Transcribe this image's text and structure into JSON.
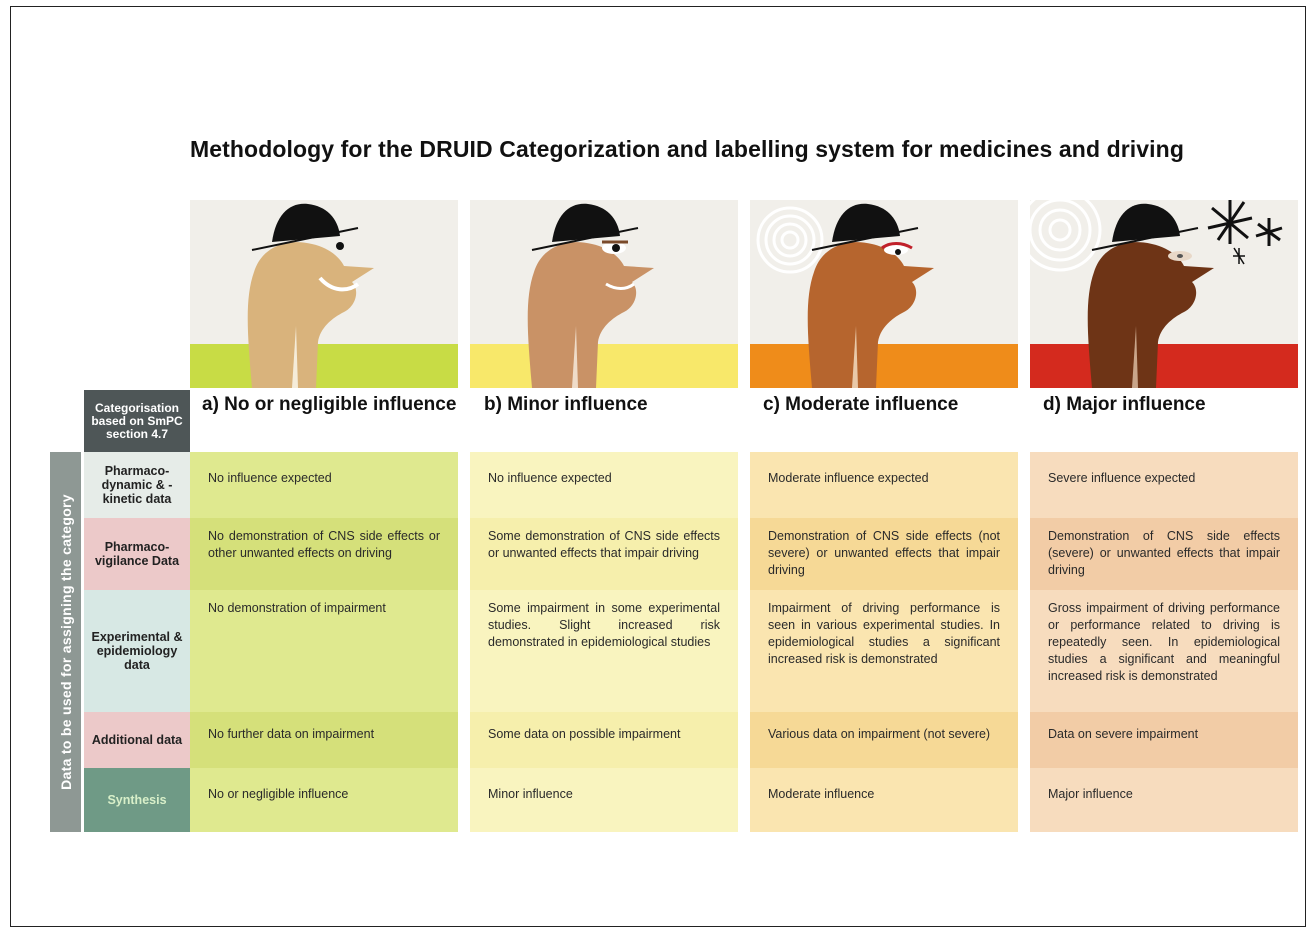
{
  "title": "Methodology for the DRUID Categorization and labelling system for medicines and driving",
  "side_label": "Data to be used for assigning the category",
  "category_header": "Categorisation based on SmPC section 4.7",
  "row_labels": {
    "pk": "Pharmaco-dynamic & -kinetic data",
    "pv": "Pharmaco-vigilance Data",
    "exp": "Experimental & epidemiology data",
    "add": "Additional data",
    "syn": "Synthesis"
  },
  "columns": [
    {
      "heading": "a) No or negligible influence",
      "pk": "No influence expected",
      "pv": "No demonstration of CNS side effects or other unwanted effects on driving",
      "exp": "No demonstration of impairment",
      "add": "No further data on impairment",
      "syn": "No or negligible influence"
    },
    {
      "heading": "b) Minor influence",
      "pk": "No influence expected",
      "pv": "Some demonstration of CNS side effects or unwanted effects that impair driving",
      "exp": "Some impairment in some experimental studies. Slight increased risk demonstrated in epidemiological studies",
      "add": "Some data on possible impairment",
      "syn": "Minor influence"
    },
    {
      "heading": "c) Moderate influence",
      "pk": "Moderate influence expected",
      "pv": "Demonstration of CNS side effects (not severe) or unwanted effects that impair driving",
      "exp": "Impairment of driving performance is seen in various experimental studies. In epidemiological studies a significant increased risk is demonstrated",
      "add": "Various data on impairment (not severe)",
      "syn": "Moderate influence"
    },
    {
      "heading": "d) Major influence",
      "pk": "Severe influence expected",
      "pv": "Demonstration of CNS side effects (severe) or unwanted effects that impair driving",
      "exp": "Gross impairment of driving performance or performance related to driving is repeatedly seen. In epidemiological studies a significant and meaningful increased risk is demonstrated",
      "add": "Data on severe impairment",
      "syn": "Major influence"
    }
  ],
  "colors": {
    "band": [
      "#c8dc45",
      "#f8e86a",
      "#ef8c1a",
      "#d42a1e"
    ],
    "skin": [
      "#d9b37c",
      "#c99266",
      "#b6652e",
      "#6e3416"
    ],
    "row_label_bg": [
      "#e6ece8",
      "#ecc9c9",
      "#d7e8e4",
      "#ecc9c9",
      "#6f9a86"
    ],
    "col0": [
      "#dfe98f",
      "#d5e07a",
      "#dfe98f",
      "#d5e07a",
      "#dfe98f"
    ],
    "col1": [
      "#f9f4bf",
      "#f6efac",
      "#f9f4bf",
      "#f6efac",
      "#f9f4bf"
    ],
    "col2": [
      "#fae5b0",
      "#f6d996",
      "#fae5b0",
      "#f6d996",
      "#fae5b0"
    ],
    "col3": [
      "#f7dcbe",
      "#f2cca6",
      "#f7dcbe",
      "#f2cca6",
      "#f7dcbe"
    ]
  }
}
